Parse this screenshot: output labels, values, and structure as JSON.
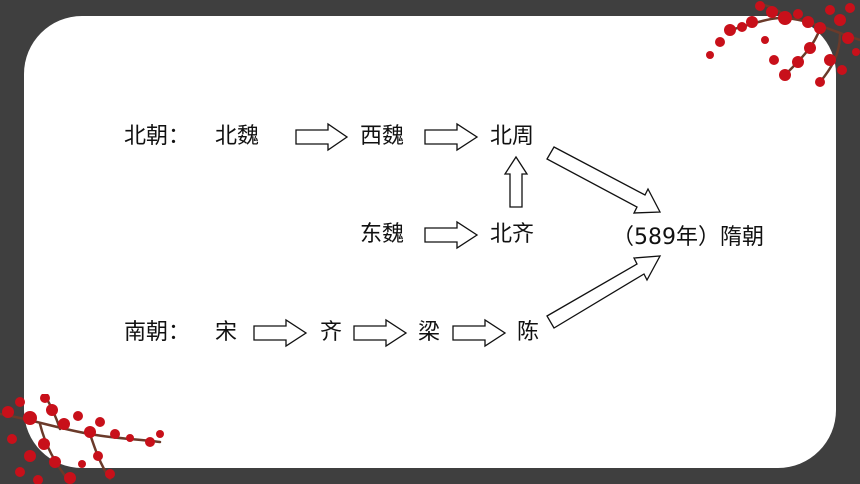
{
  "diagram": {
    "nodes": {
      "north_label": "北朝：",
      "northern_wei": "北魏",
      "western_wei": "西魏",
      "northern_zhou": "北周",
      "eastern_wei": "东魏",
      "northern_qi": "北齐",
      "sui": "（589年）隋朝",
      "south_label": "南朝：",
      "song": "宋",
      "qi": "齐",
      "liang": "梁",
      "chen": "陈"
    },
    "edges": [
      {
        "from": "northern_wei",
        "to": "western_wei"
      },
      {
        "from": "western_wei",
        "to": "northern_zhou"
      },
      {
        "from": "northern_qi",
        "to": "northern_zhou"
      },
      {
        "from": "eastern_wei",
        "to": "northern_qi"
      },
      {
        "from": "northern_zhou",
        "to": "sui"
      },
      {
        "from": "chen",
        "to": "sui"
      },
      {
        "from": "song",
        "to": "qi"
      },
      {
        "from": "qi",
        "to": "liang"
      },
      {
        "from": "liang",
        "to": "chen"
      }
    ]
  },
  "colors": {
    "frame": "#3f3f3f",
    "card": "#ffffff",
    "text": "#111111",
    "blossom": "#c8101a"
  }
}
